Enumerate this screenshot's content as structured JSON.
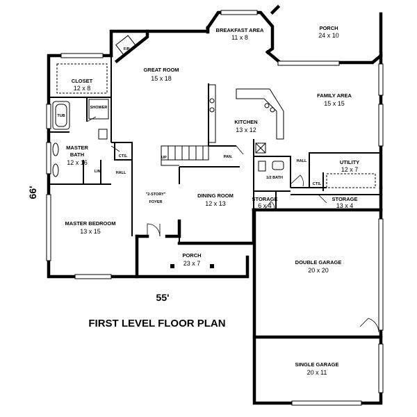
{
  "plan": {
    "title": "FIRST LEVEL FLOOR PLAN",
    "overall_width": "55'",
    "overall_depth": "66'",
    "rooms": [
      {
        "name": "BREAKFAST AREA",
        "size": "11 x 8"
      },
      {
        "name": "PORCH",
        "size": "24 x 10"
      },
      {
        "name": "CLOSET",
        "size": "12 x 8"
      },
      {
        "name": "GREAT ROOM",
        "size": "15 x 18"
      },
      {
        "name": "FAMILY AREA",
        "size": "15 x 15"
      },
      {
        "name": "KITCHEN",
        "size": "13 x 12"
      },
      {
        "name": "MASTER BATH",
        "size": "12 x 16"
      },
      {
        "name": "UTILITY",
        "size": "12 x 7"
      },
      {
        "name": "DINING ROOM",
        "size": "12 x 13"
      },
      {
        "name": "STORAGE",
        "size": "6 x 4"
      },
      {
        "name": "STORAGE",
        "size": "13 x 4"
      },
      {
        "name": "MASTER BEDROOM",
        "size": "13 x 15"
      },
      {
        "name": "PORCH",
        "size": "23 x 7"
      },
      {
        "name": "DOUBLE GARAGE",
        "size": "20 x 20"
      },
      {
        "name": "SINGLE GARAGE",
        "size": "20 x 11"
      }
    ],
    "labels": {
      "fp": "F/P",
      "tub": "TUB",
      "shower": "SHOWER",
      "master_line1": "MASTER",
      "master_line2": "BATH",
      "lin": "LIN.",
      "cts1": "CTS.",
      "cts2": "CTS.",
      "hall1": "HALL",
      "hall2": "HALL",
      "up": "UP",
      "pan": "PAN.",
      "half_bath": "1/2 BATH",
      "foyer_line1": "\"2-STORY\"",
      "foyer_line2": "FOYER"
    }
  }
}
